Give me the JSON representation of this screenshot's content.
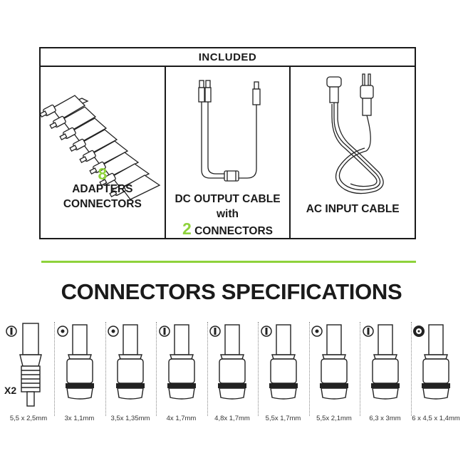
{
  "included": {
    "title": "INCLUDED",
    "items": [
      {
        "count": "8",
        "line1": "ADAPTERS",
        "line2": "CONNECTORS"
      },
      {
        "line1": "DC OUTPUT CABLE",
        "line2": "with",
        "count": "2",
        "line3": "CONNECTORS"
      },
      {
        "line1": "AC INPUT CABLE"
      }
    ]
  },
  "specs_title": "CONNECTORS SPECIFICATIONS",
  "multiplier": "X2",
  "connectors": [
    {
      "size": "5,5 x 2,5mm",
      "pin": "flat"
    },
    {
      "size": "3x 1,1mm",
      "pin": "dot"
    },
    {
      "size": "3,5x 1,35mm",
      "pin": "dot"
    },
    {
      "size": "4x 1,7mm",
      "pin": "flat"
    },
    {
      "size": "4,8x 1,7mm",
      "pin": "flat"
    },
    {
      "size": "5,5x 1,7mm",
      "pin": "flat"
    },
    {
      "size": "5,5x 2,1mm",
      "pin": "dot"
    },
    {
      "size": "6,3 x 3mm",
      "pin": "flat"
    },
    {
      "size": "6 x 4,5 x 1,4mm",
      "pin": "ring"
    }
  ],
  "colors": {
    "accent": "#8ed23b",
    "ink": "#1a1a1a"
  }
}
